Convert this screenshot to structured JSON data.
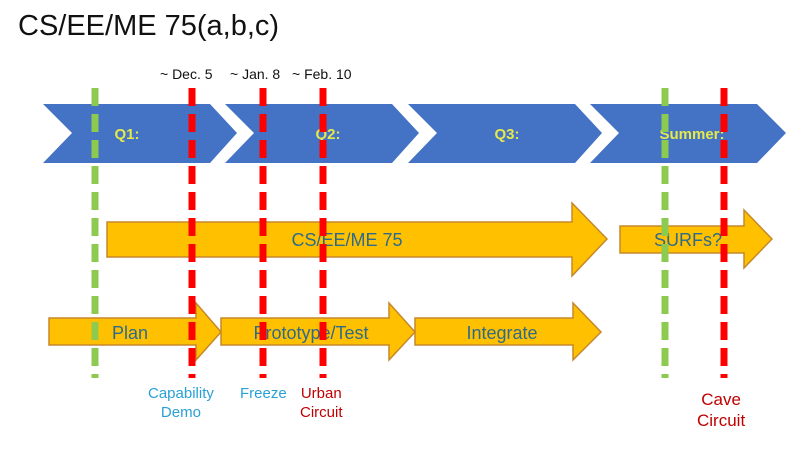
{
  "title": "CS/EE/ME 75(a,b,c)",
  "colors": {
    "chevron_fill": "#4472c4",
    "chevron_text": "#e6e94a",
    "arrow_fill": "#ffc000",
    "arrow_stroke": "#c5882a",
    "arrow_text": "#2e6b8a",
    "green_line": "#8ccb4f",
    "red_line": "#ff0000",
    "milestone_blue": "#2a9fd6",
    "milestone_red": "#c00000"
  },
  "dates": [
    {
      "label": "~ Dec. 5"
    },
    {
      "label": "~ Jan. 8"
    },
    {
      "label": "~ Feb. 10"
    }
  ],
  "phases": [
    {
      "label": "Q1:"
    },
    {
      "label": "Q2:"
    },
    {
      "label": "Q3:"
    },
    {
      "label": "Summer:"
    }
  ],
  "course_arrows": [
    {
      "label": "CS/EE/ME 75"
    },
    {
      "label": "SURFs?"
    }
  ],
  "stage_arrows": [
    {
      "label": "Plan"
    },
    {
      "label": "Prototype/Test"
    },
    {
      "label": "Integrate"
    }
  ],
  "milestones": [
    {
      "line1": "Capability",
      "line2": "Demo",
      "color": "blue"
    },
    {
      "line1": "Freeze",
      "line2": "",
      "color": "blue"
    },
    {
      "line1": "Urban",
      "line2": "Circuit",
      "color": "red"
    },
    {
      "line1": "Cave",
      "line2": "Circuit",
      "color": "red"
    }
  ]
}
